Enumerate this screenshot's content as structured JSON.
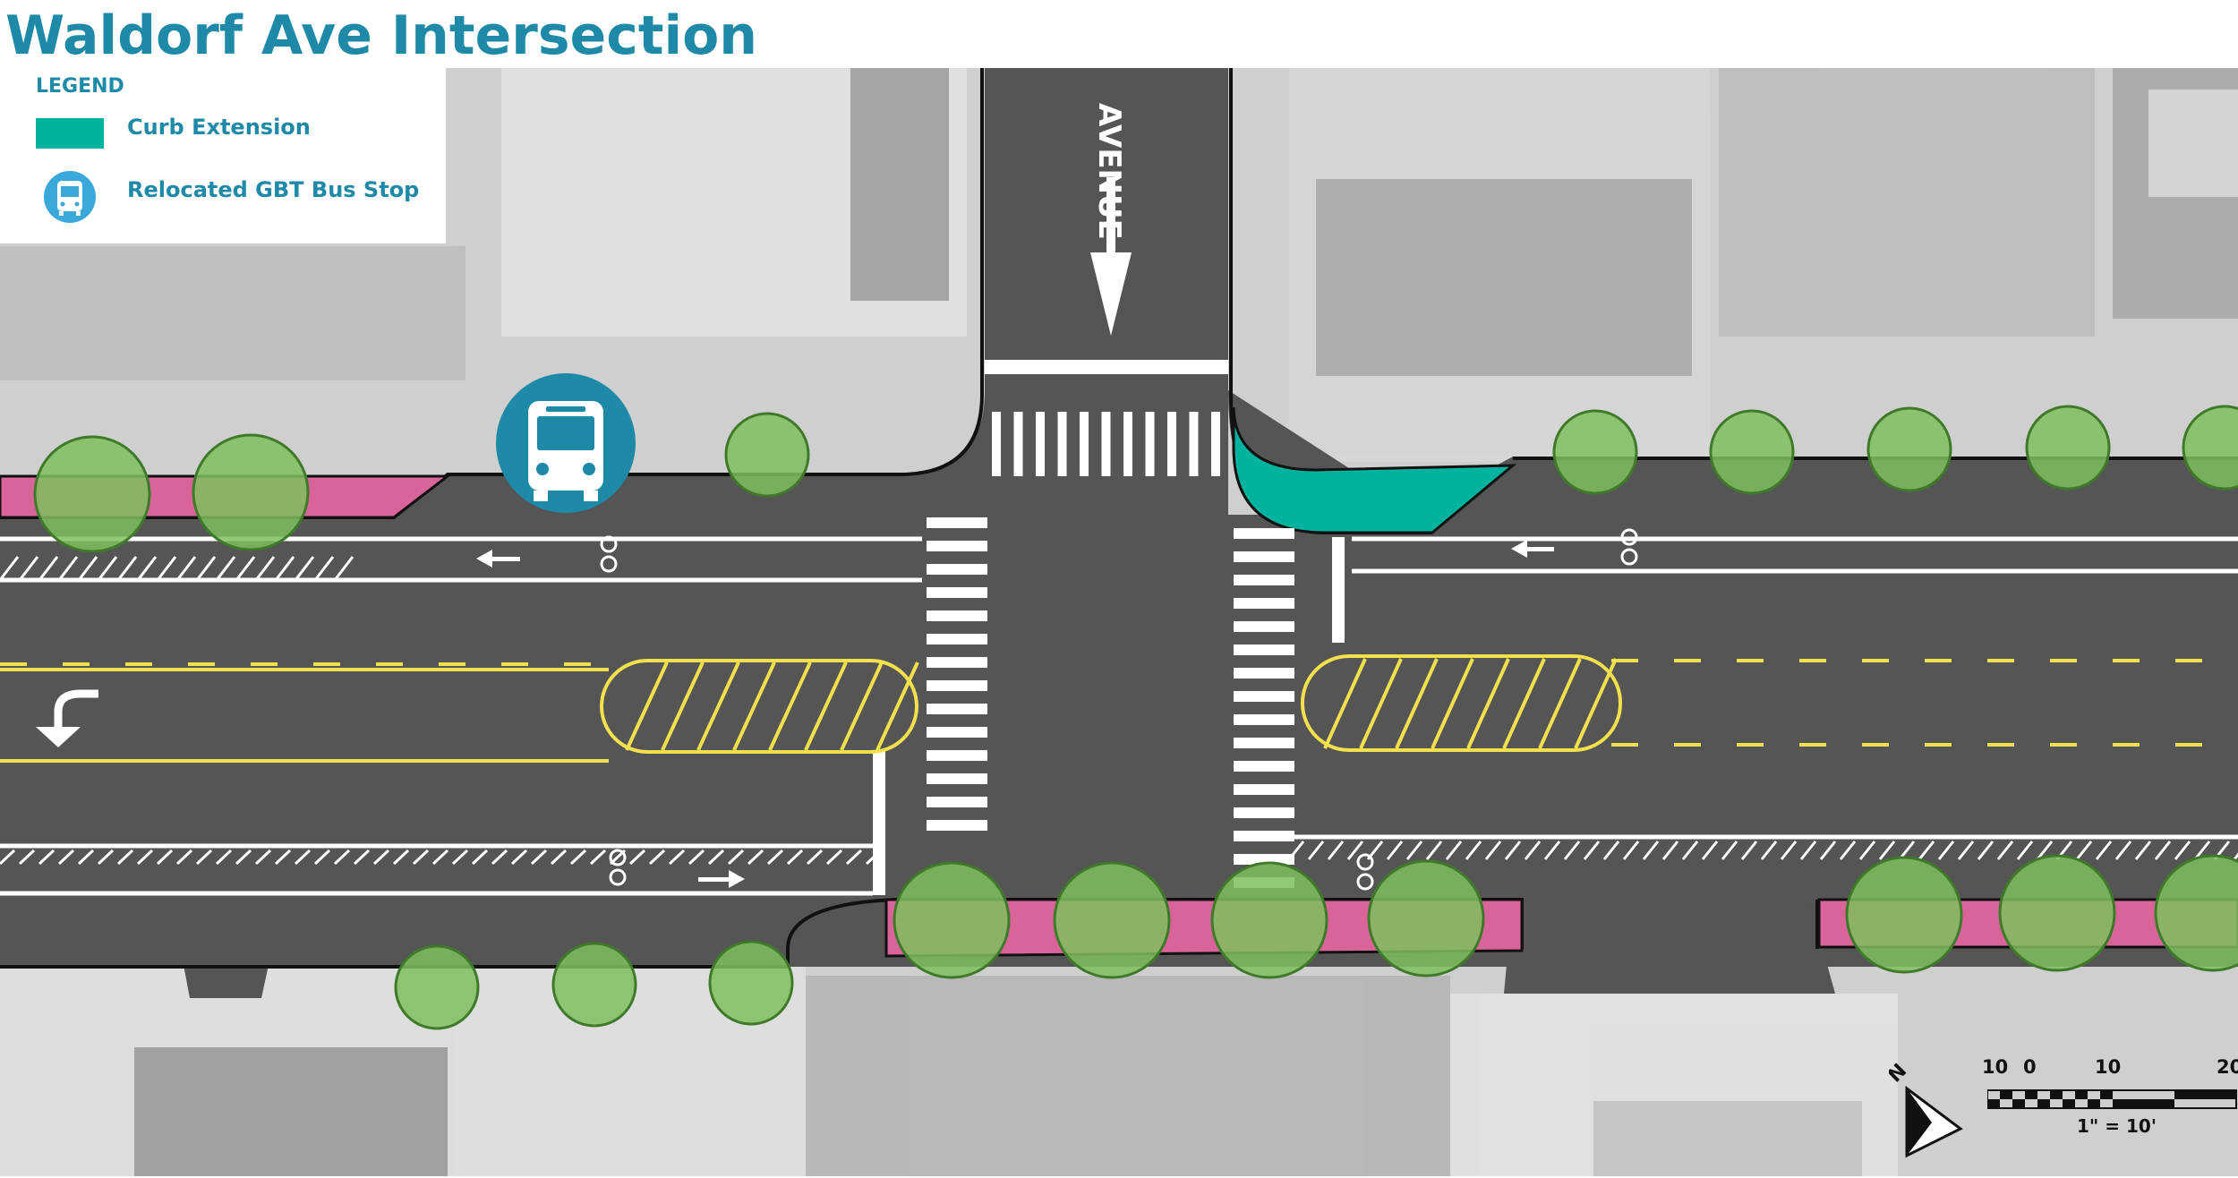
{
  "title": "Waldorf Ave Intersection",
  "legend": {
    "heading": "LEGEND",
    "items": [
      {
        "label": "Curb Extension",
        "color": "#00b39f"
      },
      {
        "label": "Relocated GBT Bus Stop",
        "icon": "bus-icon",
        "color": "#1e8aa8"
      }
    ]
  },
  "street_label": "AVENUE",
  "scale": {
    "ticks": [
      "10",
      "0",
      "10",
      "20"
    ],
    "ratio": "1\" = 10'"
  },
  "north_arrow": {
    "label": "N"
  },
  "colors": {
    "asphalt": "#555555",
    "curb_extension": "#00b39f",
    "sidewalk_extension": "#d8649a",
    "tree_fill": "#7fbf5f",
    "tree_stroke": "#3f7a2a",
    "centerline": "#f2e14c",
    "bus_stop": "#1e8aa8",
    "title": "#1e8aa8"
  }
}
